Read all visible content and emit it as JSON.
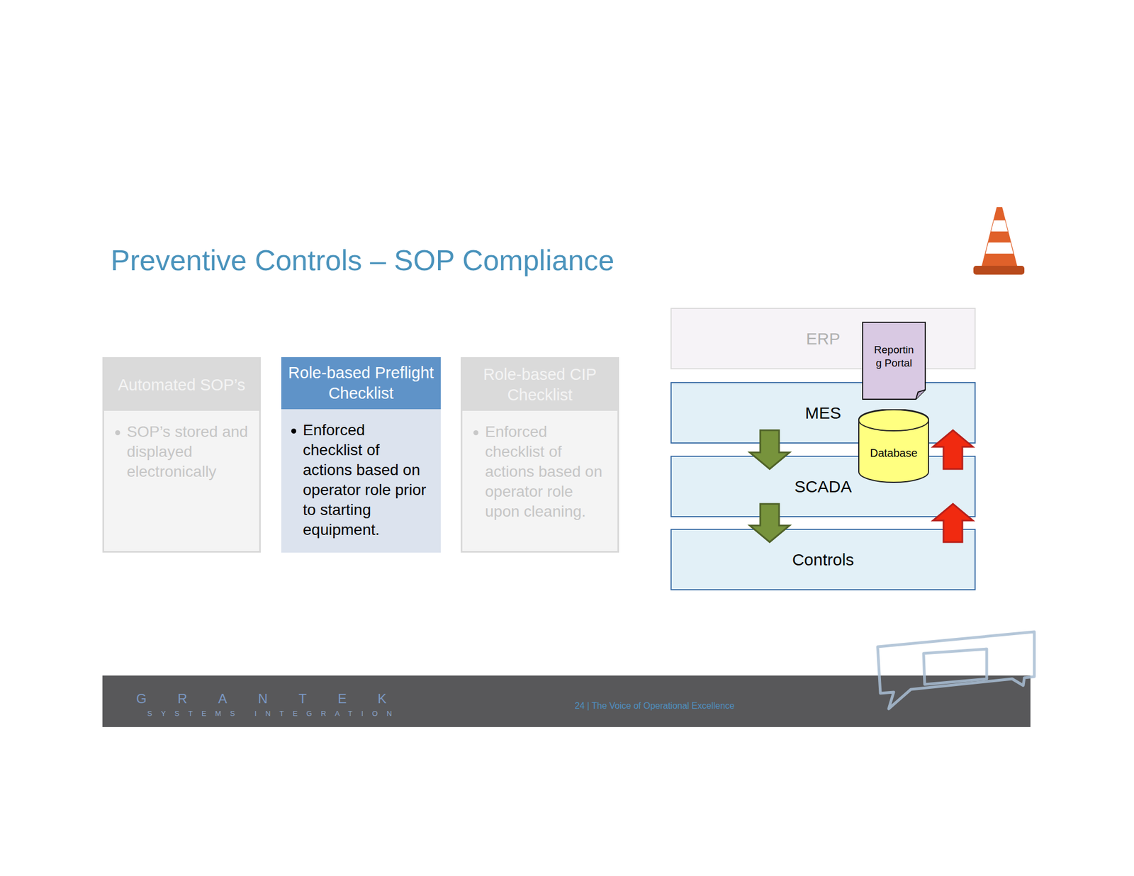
{
  "diagram": {
    "title": "Preventive Controls – SOP Compliance",
    "nodes": [
      {
        "text": [
          "Automated SOP’s",
          "SOP’s stored and displayed electronically"
        ]
      },
      {
        "text": [
          "Role-based Preflight Checklist",
          "Enforced checklist of actions based on operator role prior to starting equipment."
        ]
      },
      {
        "text": [
          "Role-based CIP Checklist",
          "Enforced checklist of actions based on operator role upon cleaning."
        ]
      },
      {
        "text": [
          "ERP"
        ]
      },
      {
        "text": [
          "Reportin g Portal"
        ]
      },
      {
        "text": [
          "MES"
        ]
      },
      {
        "text": [
          "Database"
        ]
      },
      {
        "text": [
          "SCADA"
        ]
      },
      {
        "text": [
          "Controls"
        ]
      }
    ],
    "edges": [
      {
        "from": 5,
        "to": 7,
        "arrow": "to"
      },
      {
        "from": 7,
        "to": 8,
        "arrow": "to"
      },
      {
        "from": 8,
        "to": 7,
        "arrow": "to"
      },
      {
        "from": 7,
        "to": 5,
        "arrow": "to"
      }
    ],
    "labels": [
      "GRANTEK",
      "SYSTEMS INTEGRATION",
      "24 | The Voice of Operational Excellence"
    ]
  }
}
